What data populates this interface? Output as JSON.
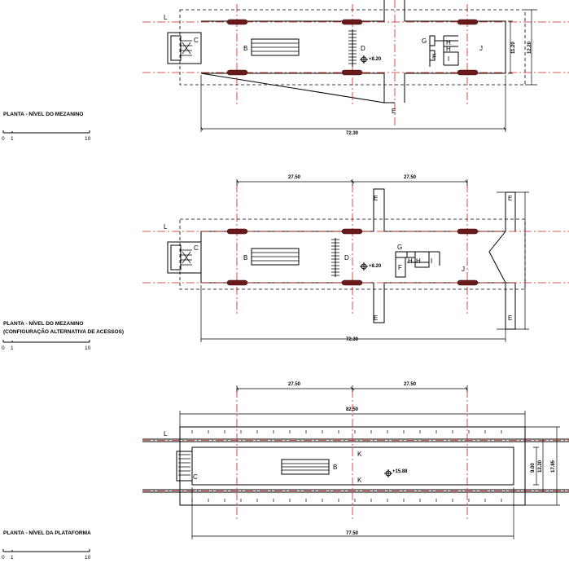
{
  "plans": [
    {
      "caption": [
        "PLANTA  - NÍVEL DO MEZANINO"
      ],
      "labels": {
        "L": "L",
        "B": "B",
        "C": "C",
        "D": "D",
        "G": "G",
        "H1": "H",
        "H2": "H",
        "I": "I",
        "F": "F",
        "J": "J",
        "E": "E"
      },
      "level": "+8.20",
      "dims": {
        "length": "72.30",
        "width_inner": "11.20",
        "width_outer": "12.20"
      }
    },
    {
      "caption": [
        "PLANTA  - NÍVEL DO MEZANINO",
        "(CONFIGURAÇÃO ALTERNATIVA DE ACESSOS)"
      ],
      "labels": {
        "L": "L",
        "B": "B",
        "C": "C",
        "D": "D",
        "G": "G",
        "H1": "H",
        "H2": "H",
        "I": "I",
        "F": "F",
        "J": "J",
        "E": "E"
      },
      "level": "+8.20",
      "dims": {
        "span1": "27.50",
        "span2": "27.50",
        "length": "72.30"
      }
    },
    {
      "caption": [
        "PLANTA  - NÍVEL DA PLATAFORMA"
      ],
      "labels": {
        "L": "L",
        "B": "B",
        "C": "C",
        "K": "K"
      },
      "level": "+15.88",
      "dims": {
        "span1": "27.50",
        "span2": "27.50",
        "overall": "82.50",
        "length": "77.50",
        "width_inner": "9.00",
        "width_mid": "12.20",
        "width_outer": "17.85"
      }
    }
  ],
  "scale": {
    "zero": "0",
    "one": "1",
    "ten": "10"
  }
}
